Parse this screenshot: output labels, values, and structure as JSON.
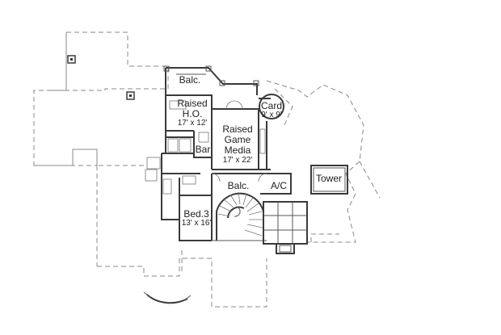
{
  "rooms": {
    "balc_top": "Balc.",
    "raised_ho": {
      "name_line1": "Raised",
      "name_line2": "H.O.",
      "size": "17' x 12'"
    },
    "card": {
      "name": "Card",
      "size": "9' x 9'"
    },
    "raised_game": {
      "name_line1": "Raised",
      "name_line2": "Game",
      "name_line3": "Media",
      "size": "17' x 22'"
    },
    "bar": "Bar",
    "balc_mid": "Balc.",
    "ac": "A/C",
    "tower": "Tower",
    "bed3": {
      "name": "Bed.3",
      "size": "13' x 16'"
    }
  }
}
